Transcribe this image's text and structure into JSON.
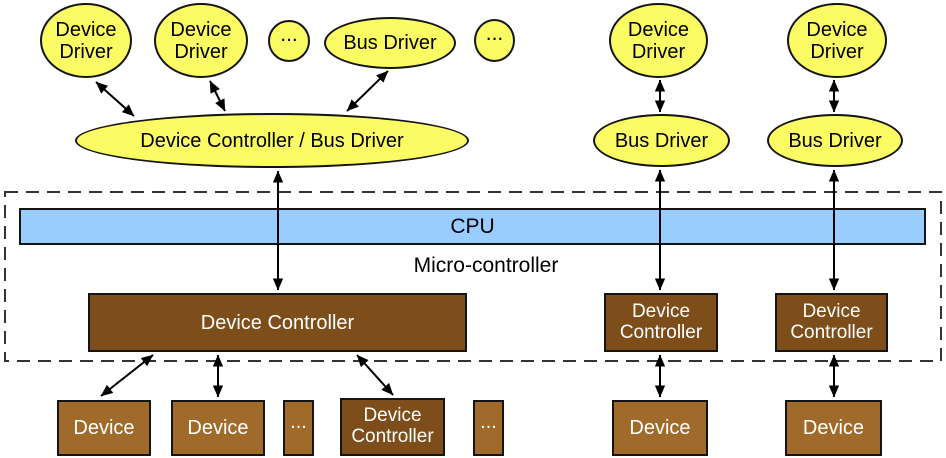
{
  "colors": {
    "driver_yellow": "#FBFB63",
    "cpu_blue": "#99CCFF",
    "controller_brown": "#7D4D1A",
    "device_brown": "#A06B2A",
    "outline": "#141414",
    "arrow_black": "#000000",
    "dash_gray": "#333333",
    "box_text_white": "#FFFFFF"
  },
  "nodes": {
    "device_driver_a": "Device Driver",
    "device_driver_b": "Device Driver",
    "driver_ellipsis_1": "...",
    "bus_driver_top": "Bus Driver",
    "driver_ellipsis_2": "...",
    "device_driver_c": "Device Driver",
    "device_driver_d": "Device Driver",
    "combined_controller": "Device Controller / Bus Driver",
    "bus_driver_r1": "Bus Driver",
    "bus_driver_r2": "Bus Driver",
    "cpu": "CPU",
    "micro_controller": "Micro-controller",
    "device_controller_main": "Device Controller",
    "device_controller_r1": "Device Controller",
    "device_controller_r2": "Device Controller",
    "device_1": "Device",
    "device_2": "Device",
    "device_ellipsis_1": "...",
    "device_controller_bottom": "Device Controller",
    "device_ellipsis_2": "...",
    "device_r1": "Device",
    "device_r2": "Device"
  },
  "edges": [
    {
      "from": "device_driver_a",
      "to": "combined_controller",
      "bidirectional": true
    },
    {
      "from": "device_driver_b",
      "to": "combined_controller",
      "bidirectional": true
    },
    {
      "from": "bus_driver_top",
      "to": "combined_controller",
      "bidirectional": true
    },
    {
      "from": "combined_controller",
      "to": "device_controller_main",
      "bidirectional": true
    },
    {
      "from": "device_driver_c",
      "to": "bus_driver_r1",
      "bidirectional": true
    },
    {
      "from": "device_driver_d",
      "to": "bus_driver_r2",
      "bidirectional": true
    },
    {
      "from": "bus_driver_r1",
      "to": "device_controller_r1",
      "bidirectional": true
    },
    {
      "from": "bus_driver_r2",
      "to": "device_controller_r2",
      "bidirectional": true
    },
    {
      "from": "device_controller_main",
      "to": "device_1",
      "bidirectional": true
    },
    {
      "from": "device_controller_main",
      "to": "device_2",
      "bidirectional": true
    },
    {
      "from": "device_controller_main",
      "to": "device_controller_bottom",
      "bidirectional": true
    },
    {
      "from": "device_controller_r1",
      "to": "device_r1",
      "bidirectional": true
    },
    {
      "from": "device_controller_r2",
      "to": "device_r2",
      "bidirectional": true
    }
  ]
}
